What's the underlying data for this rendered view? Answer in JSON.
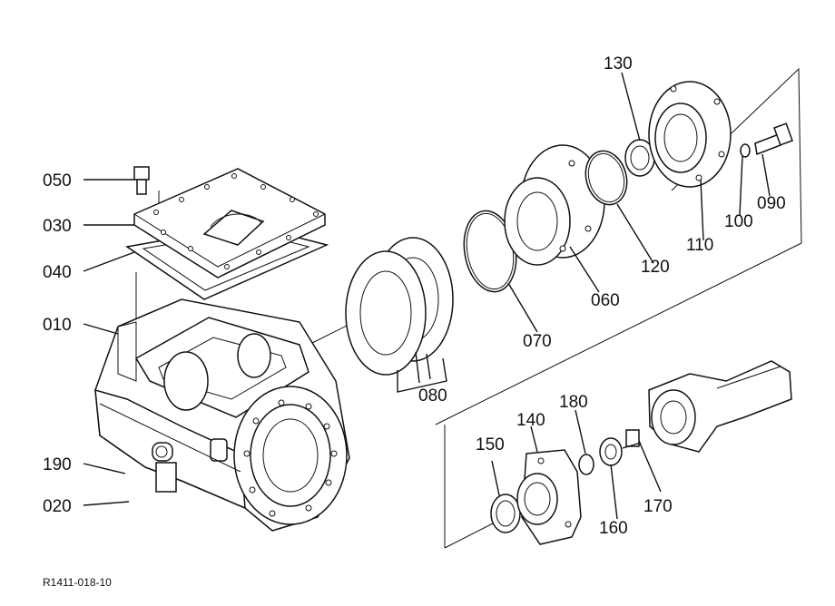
{
  "callouts": {
    "c050": "050",
    "c030": "030",
    "c040": "040",
    "c010": "010",
    "c190": "190",
    "c020": "020",
    "c080": "080",
    "c070": "070",
    "c060": "060",
    "c120": "120",
    "c130": "130",
    "c110": "110",
    "c100": "100",
    "c090": "090",
    "c150": "150",
    "c140": "140",
    "c180": "180",
    "c160": "160",
    "c170": "170"
  },
  "reference_code": "R1411-018-10"
}
